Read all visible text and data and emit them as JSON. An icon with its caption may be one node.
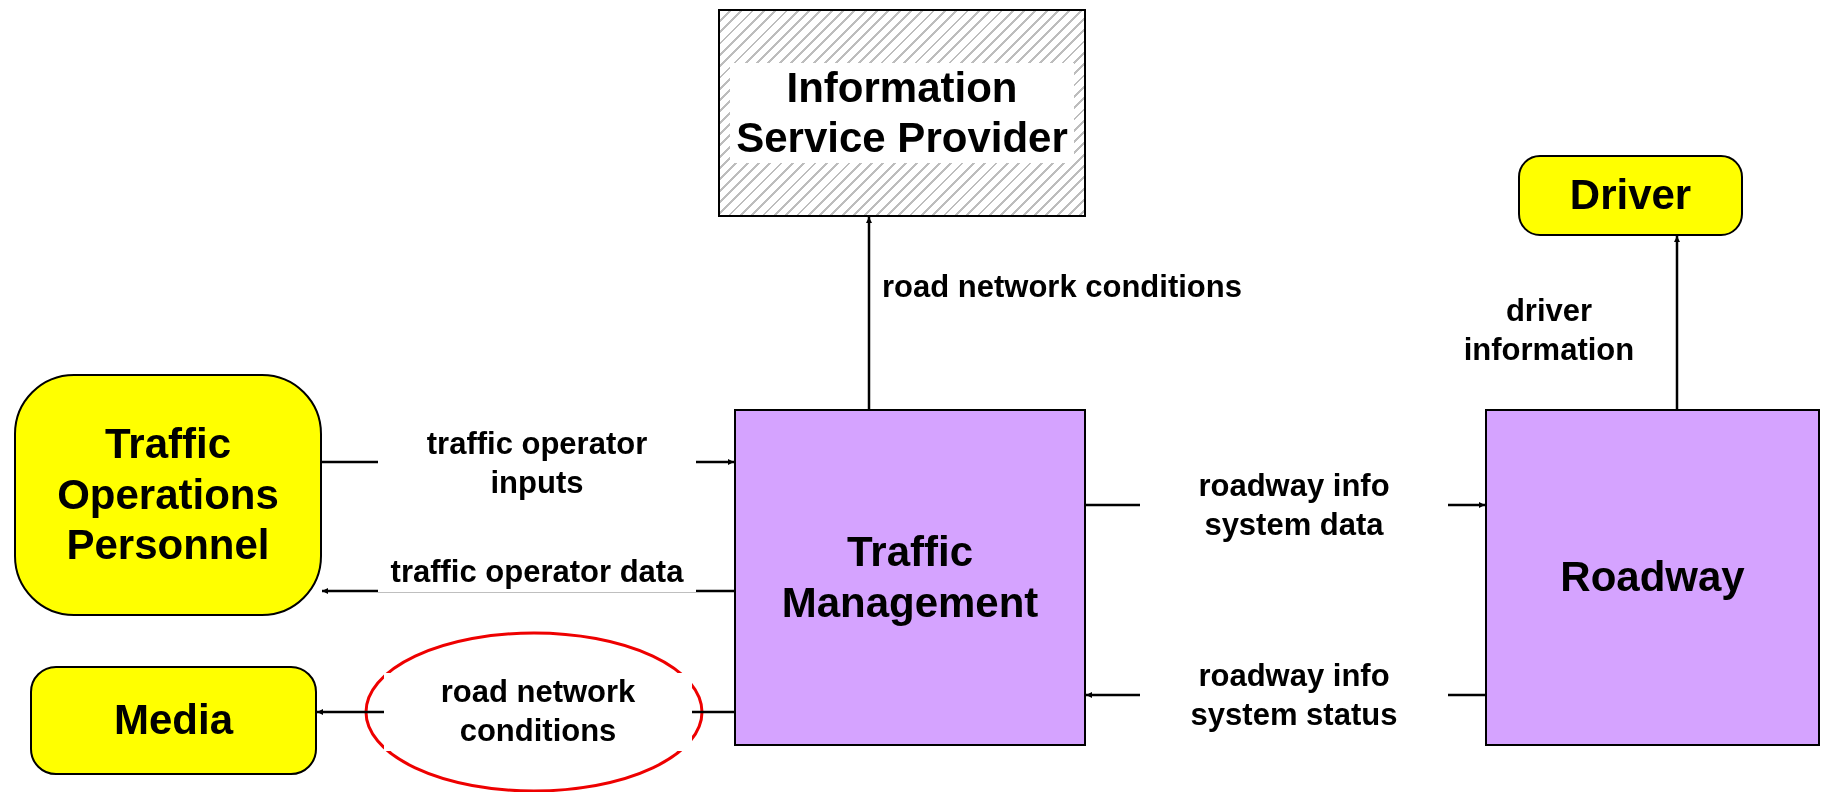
{
  "diagram": {
    "nodes": [
      {
        "text": [
          "Information Service Provider"
        ]
      },
      {
        "text": [
          "Driver"
        ]
      },
      {
        "text": [
          "Traffic Operations Personnel"
        ]
      },
      {
        "text": [
          "Traffic Management"
        ]
      },
      {
        "text": [
          "Roadway"
        ]
      },
      {
        "text": [
          "Media"
        ]
      }
    ],
    "edges": [
      {
        "from": 3,
        "to": 0,
        "arrow": "to",
        "label": "road network conditions"
      },
      {
        "from": 4,
        "to": 1,
        "arrow": "to",
        "label": "driver information"
      },
      {
        "from": 2,
        "to": 3,
        "arrow": "to",
        "label": "traffic operator inputs"
      },
      {
        "from": 3,
        "to": 2,
        "arrow": "to",
        "label": "traffic operator data"
      },
      {
        "from": 3,
        "to": 4,
        "arrow": "to",
        "label": "roadway info system data"
      },
      {
        "from": 4,
        "to": 3,
        "arrow": "to",
        "label": "roadway info system status"
      },
      {
        "from": 3,
        "to": 5,
        "arrow": "to",
        "label": "road network conditions"
      }
    ]
  }
}
